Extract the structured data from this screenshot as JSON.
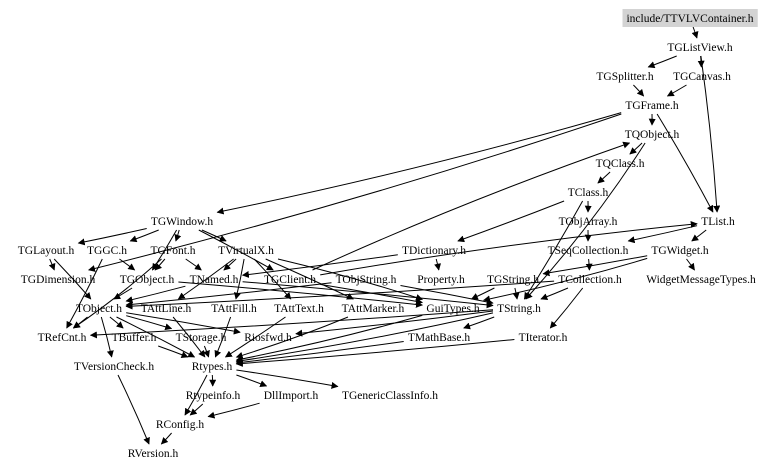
{
  "diagram": {
    "type": "include-dependency-graph",
    "root": "include/TTVLVContainer.h",
    "nodes": [
      {
        "id": "root",
        "label": "include/TTVLVContainer.h",
        "highlight": true
      },
      {
        "id": "TGListView",
        "label": "TGListView.h"
      },
      {
        "id": "TGSplitter",
        "label": "TGSplitter.h"
      },
      {
        "id": "TGCanvas",
        "label": "TGCanvas.h"
      },
      {
        "id": "TGFrame",
        "label": "TGFrame.h"
      },
      {
        "id": "TQObject",
        "label": "TQObject.h"
      },
      {
        "id": "TQClass",
        "label": "TQClass.h"
      },
      {
        "id": "TClass",
        "label": "TClass.h"
      },
      {
        "id": "TObjArray",
        "label": "TObjArray.h"
      },
      {
        "id": "TGWindow",
        "label": "TGWindow.h"
      },
      {
        "id": "TList",
        "label": "TList.h"
      },
      {
        "id": "TGLayout",
        "label": "TGLayout.h"
      },
      {
        "id": "TGGC",
        "label": "TGGC.h"
      },
      {
        "id": "TGFont",
        "label": "TGFont.h"
      },
      {
        "id": "TVirtualX",
        "label": "TVirtualX.h"
      },
      {
        "id": "TDictionary",
        "label": "TDictionary.h"
      },
      {
        "id": "TSeqCollection",
        "label": "TSeqCollection.h"
      },
      {
        "id": "TGWidget",
        "label": "TGWidget.h"
      },
      {
        "id": "TGDimension",
        "label": "TGDimension.h"
      },
      {
        "id": "TGObject",
        "label": "TGObject.h"
      },
      {
        "id": "TNamed",
        "label": "TNamed.h"
      },
      {
        "id": "TGClient",
        "label": "TGClient.h"
      },
      {
        "id": "TObjString",
        "label": "TObjString.h"
      },
      {
        "id": "Property",
        "label": "Property.h"
      },
      {
        "id": "TGString",
        "label": "TGString.h"
      },
      {
        "id": "TCollection",
        "label": "TCollection.h"
      },
      {
        "id": "WidgetMessageTypes",
        "label": "WidgetMessageTypes.h"
      },
      {
        "id": "TObject",
        "label": "TObject.h"
      },
      {
        "id": "TAttLine",
        "label": "TAttLine.h"
      },
      {
        "id": "TAttFill",
        "label": "TAttFill.h"
      },
      {
        "id": "TAttText",
        "label": "TAttText.h"
      },
      {
        "id": "TAttMarker",
        "label": "TAttMarker.h"
      },
      {
        "id": "GuiTypes",
        "label": "GuiTypes.h"
      },
      {
        "id": "TString",
        "label": "TString.h"
      },
      {
        "id": "TRefCnt",
        "label": "TRefCnt.h"
      },
      {
        "id": "TBuffer",
        "label": "TBuffer.h"
      },
      {
        "id": "TStorage",
        "label": "TStorage.h"
      },
      {
        "id": "Riosfwd",
        "label": "Riosfwd.h"
      },
      {
        "id": "TMathBase",
        "label": "TMathBase.h"
      },
      {
        "id": "TIterator",
        "label": "TIterator.h"
      },
      {
        "id": "TVersionCheck",
        "label": "TVersionCheck.h"
      },
      {
        "id": "Rtypes",
        "label": "Rtypes.h"
      },
      {
        "id": "Rtypeinfo",
        "label": "Rtypeinfo.h"
      },
      {
        "id": "DllImport",
        "label": "DllImport.h"
      },
      {
        "id": "TGenericClassInfo",
        "label": "TGenericClassInfo.h"
      },
      {
        "id": "RConfig",
        "label": "RConfig.h"
      },
      {
        "id": "RVersion",
        "label": "RVersion.h"
      }
    ],
    "edges": [
      [
        "root",
        "TGListView"
      ],
      [
        "TGListView",
        "TGSplitter"
      ],
      [
        "TGListView",
        "TGCanvas"
      ],
      [
        "TGListView",
        "TList"
      ],
      [
        "TGSplitter",
        "TGFrame"
      ],
      [
        "TGCanvas",
        "TGFrame"
      ],
      [
        "TGFrame",
        "TQObject"
      ],
      [
        "TGFrame",
        "TGWindow"
      ],
      [
        "TGFrame",
        "TList"
      ],
      [
        "TGFrame",
        "TGDimension"
      ],
      [
        "TQObject",
        "TQClass"
      ],
      [
        "TQObject",
        "TString"
      ],
      [
        "TQClass",
        "TClass"
      ],
      [
        "TClass",
        "TObjArray"
      ],
      [
        "TClass",
        "TDictionary"
      ],
      [
        "TClass",
        "TString"
      ],
      [
        "TObjArray",
        "TSeqCollection"
      ],
      [
        "TGWindow",
        "TGLayout"
      ],
      [
        "TGWindow",
        "TGGC"
      ],
      [
        "TGWindow",
        "TGFont"
      ],
      [
        "TGWindow",
        "TVirtualX"
      ],
      [
        "TGWindow",
        "TGObject"
      ],
      [
        "TGWindow",
        "TGClient"
      ],
      [
        "TList",
        "TSeqCollection"
      ],
      [
        "TList",
        "TGWidget"
      ],
      [
        "TGLayout",
        "TGDimension"
      ],
      [
        "TGLayout",
        "TObject"
      ],
      [
        "TGGC",
        "TGObject"
      ],
      [
        "TGGC",
        "TRefCnt"
      ],
      [
        "TGFont",
        "TGObject"
      ],
      [
        "TGFont",
        "TNamed"
      ],
      [
        "TGFont",
        "TRefCnt"
      ],
      [
        "TVirtualX",
        "TNamed"
      ],
      [
        "TVirtualX",
        "GuiTypes"
      ],
      [
        "TVirtualX",
        "TAttLine"
      ],
      [
        "TVirtualX",
        "TAttFill"
      ],
      [
        "TVirtualX",
        "TAttText"
      ],
      [
        "TVirtualX",
        "TAttMarker"
      ],
      [
        "TDictionary",
        "TNamed"
      ],
      [
        "TDictionary",
        "Property"
      ],
      [
        "TSeqCollection",
        "TCollection"
      ],
      [
        "TGWidget",
        "TGString"
      ],
      [
        "TGWidget",
        "WidgetMessageTypes"
      ],
      [
        "TGWidget",
        "GuiTypes"
      ],
      [
        "TGObject",
        "TObject"
      ],
      [
        "TGObject",
        "GuiTypes"
      ],
      [
        "TNamed",
        "TObject"
      ],
      [
        "TNamed",
        "TString"
      ],
      [
        "TGClient",
        "TQObject"
      ],
      [
        "TGClient",
        "TList"
      ],
      [
        "TGClient",
        "GuiTypes"
      ],
      [
        "TObjString",
        "TObject"
      ],
      [
        "TObjString",
        "TString"
      ],
      [
        "TGString",
        "TString"
      ],
      [
        "TGString",
        "GuiTypes"
      ],
      [
        "TCollection",
        "TObject"
      ],
      [
        "TCollection",
        "TIterator"
      ],
      [
        "TCollection",
        "TString"
      ],
      [
        "TObject",
        "TRefCnt"
      ],
      [
        "TObject",
        "TBuffer"
      ],
      [
        "TObject",
        "TStorage"
      ],
      [
        "TObject",
        "Riosfwd"
      ],
      [
        "TObject",
        "TVersionCheck"
      ],
      [
        "TObject",
        "Rtypes"
      ],
      [
        "TAttLine",
        "Rtypes"
      ],
      [
        "TAttFill",
        "Rtypes"
      ],
      [
        "TAttText",
        "Rtypes"
      ],
      [
        "TAttMarker",
        "Rtypes"
      ],
      [
        "GuiTypes",
        "Rtypes"
      ],
      [
        "TString",
        "TRefCnt"
      ],
      [
        "TString",
        "Riosfwd"
      ],
      [
        "TString",
        "TMathBase"
      ],
      [
        "TString",
        "Rtypes"
      ],
      [
        "TMathBase",
        "Rtypes"
      ],
      [
        "TIterator",
        "Rtypes"
      ],
      [
        "TStorage",
        "Rtypes"
      ],
      [
        "TBuffer",
        "Rtypes"
      ],
      [
        "TVersionCheck",
        "RVersion"
      ],
      [
        "Rtypes",
        "Rtypeinfo"
      ],
      [
        "Rtypes",
        "DllImport"
      ],
      [
        "Rtypes",
        "TGenericClassInfo"
      ],
      [
        "Rtypes",
        "RConfig"
      ],
      [
        "Rtypeinfo",
        "RConfig"
      ],
      [
        "DllImport",
        "RConfig"
      ],
      [
        "RConfig",
        "RVersion"
      ]
    ]
  }
}
